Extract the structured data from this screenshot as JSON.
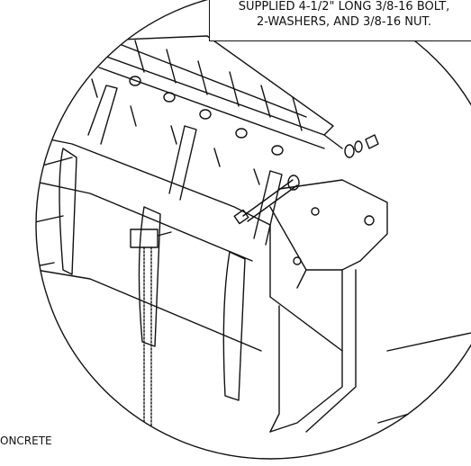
{
  "callout": {
    "line1": "SUPPLIED 4-1/2\" LONG 3/8-16 BOLT,",
    "line2": "2-WASHERS, AND 3/8-16 NUT."
  },
  "labels": {
    "concrete": "ONCRETE"
  },
  "colors": {
    "line": "#111111",
    "background": "#ffffff"
  }
}
